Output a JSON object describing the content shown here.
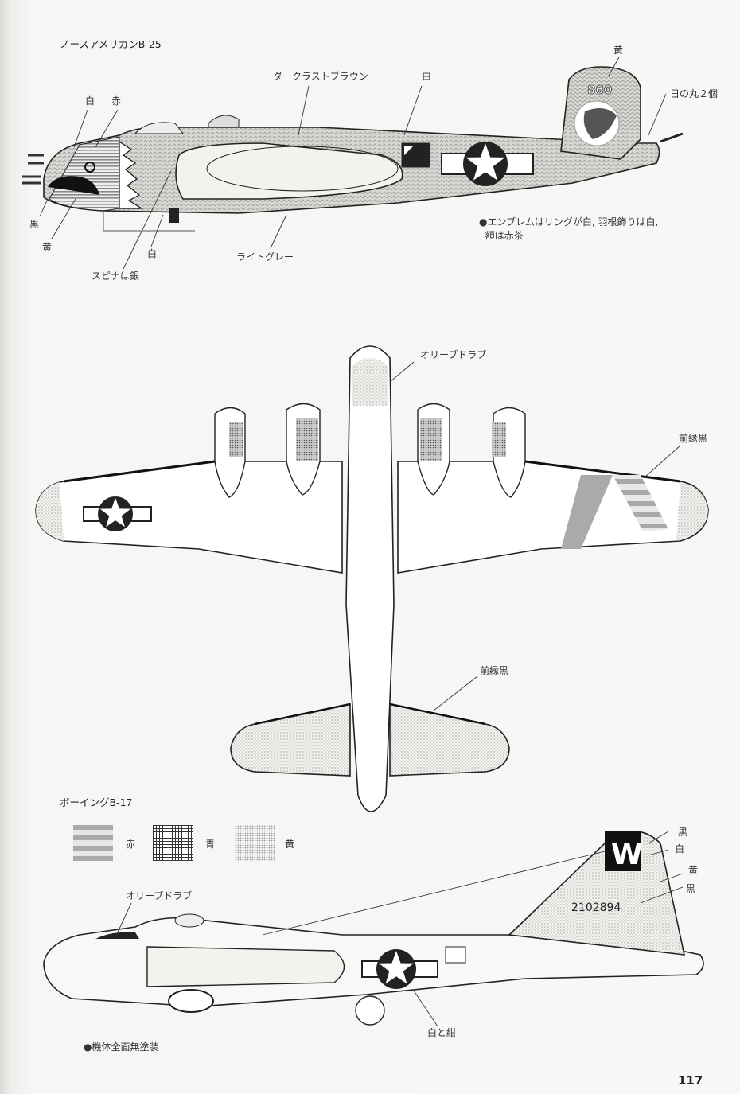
{
  "page_number": "117",
  "b25": {
    "title": "ノースアメリカンB-25",
    "labels": {
      "dark_rust_brown": "ダークラストブラウン",
      "white_top": "白",
      "white_nose": "白",
      "red_nose": "赤",
      "yellow_tail": "黄",
      "hinomaru": "日の丸２個",
      "black": "黒",
      "yellow": "黄",
      "white_lower": "白",
      "spinner_silver": "スピナは銀",
      "light_grey": "ライトグレー"
    },
    "tail_number": "860",
    "note": "●エンブレムはリングが白, 羽根飾りは白,\n  額は赤茶"
  },
  "b17_plan": {
    "labels": {
      "olive_drab": "オリーブドラブ",
      "leading_edge_black_wing": "前縁黒",
      "leading_edge_black_tail": "前縁黒"
    }
  },
  "b17": {
    "title": "ボーイングB-17",
    "legend": [
      {
        "label": "赤",
        "pattern": "stripes"
      },
      {
        "label": "青",
        "pattern": "grid"
      },
      {
        "label": "黄",
        "pattern": "dots"
      }
    ],
    "labels": {
      "olive_drab": "オリーブドラブ",
      "black_1": "黒",
      "white": "白",
      "yellow": "黄",
      "black_2": "黒",
      "white_and_navy": "白と紺"
    },
    "tail_letter": "W",
    "serial": "2102894",
    "note": "●機体全面無塗装"
  }
}
